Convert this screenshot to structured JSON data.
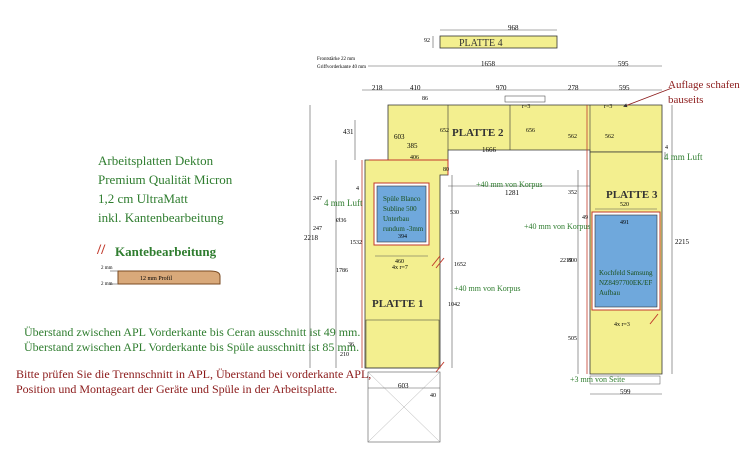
{
  "material": {
    "lines": [
      "Arbeitsplatten Dekton",
      "Premium Qualität Micron",
      "1,2 cm UltraMatt",
      "inkl. Kantenbearbeitung"
    ]
  },
  "edge": {
    "title": "Kantebearbeitung",
    "profile": "12 mm Profil",
    "dim": "2 mm"
  },
  "notes": {
    "green": [
      "Überstand zwischen APL Vorderkante bis Ceran ausschnitt ist 49 mm.",
      "Überstand zwischen APL Vorderkante bis Spüle ausschnitt ist 85 mm."
    ],
    "red": [
      "Bitte prüfen Sie die Trennschnitt in APL, Überstand bei vorderkante APL,",
      "Position und Montageart der Geräte und Spüle in der Arbeitsplatte."
    ]
  },
  "plates": {
    "p1": "PLATTE 1",
    "p2": "PLATTE 2",
    "p3": "PLATTE 3",
    "p4": "PLATTE 4"
  },
  "header_notes": [
    "Frontstärke 22 mm",
    "Griffvorderkante 40 mm"
  ],
  "annotations": {
    "auflage_1": "Auflage schafen",
    "auflage_2": "bauseits",
    "luft_right": "4 mm Luft",
    "luft_left": "4 mm Luft",
    "korpus_top": "+40 mm von Korpus",
    "korpus_mid": "+40 mm von Korpus",
    "korpus_right": "+40 mm von Korpus",
    "seite": "+3 mm von Seite",
    "sink_1": "Spüle Blanco",
    "sink_2": "Subline 500",
    "sink_3": "Unterbau",
    "sink_4": "rundum -3mm",
    "sink_dim": "394",
    "hob_1": "Kochfeld Samsung",
    "hob_2": "NZ8497700EK/EF",
    "hob_3": "Aufbau",
    "hob_dim": "491"
  },
  "dims": {
    "d968": "968",
    "d92": "92",
    "d1658": "1658",
    "d595a": "595",
    "d218": "218",
    "d410": "410",
    "d970": "970",
    "d278": "278",
    "d595b": "595",
    "d86": "86",
    "d431": "431",
    "d603a": "603",
    "d652": "652",
    "d656": "656",
    "d562a": "562",
    "d562b": "562",
    "d385": "385",
    "d1666": "1666",
    "d406": "406",
    "d80": "80",
    "d4a": "4",
    "d247a": "247",
    "d247b": "247",
    "d36": "Ø36",
    "d460": "460",
    "d530": "530",
    "d1281": "1281",
    "d352": "352",
    "d520": "520",
    "d49": "49",
    "d2218": "2218",
    "d1532": "1532",
    "d1786": "1786",
    "d1652": "1652",
    "d1042": "1042",
    "d2219": "2219",
    "d800": "800",
    "d505": "505",
    "d2215": "2215",
    "d210": "210",
    "d36b": "36",
    "d603b": "603",
    "d40": "40",
    "d599": "599",
    "r3a": "r=3",
    "r3b": "r=3",
    "r7": "4x r=7",
    "r3c": "4x r=3",
    "d4b": "4"
  }
}
